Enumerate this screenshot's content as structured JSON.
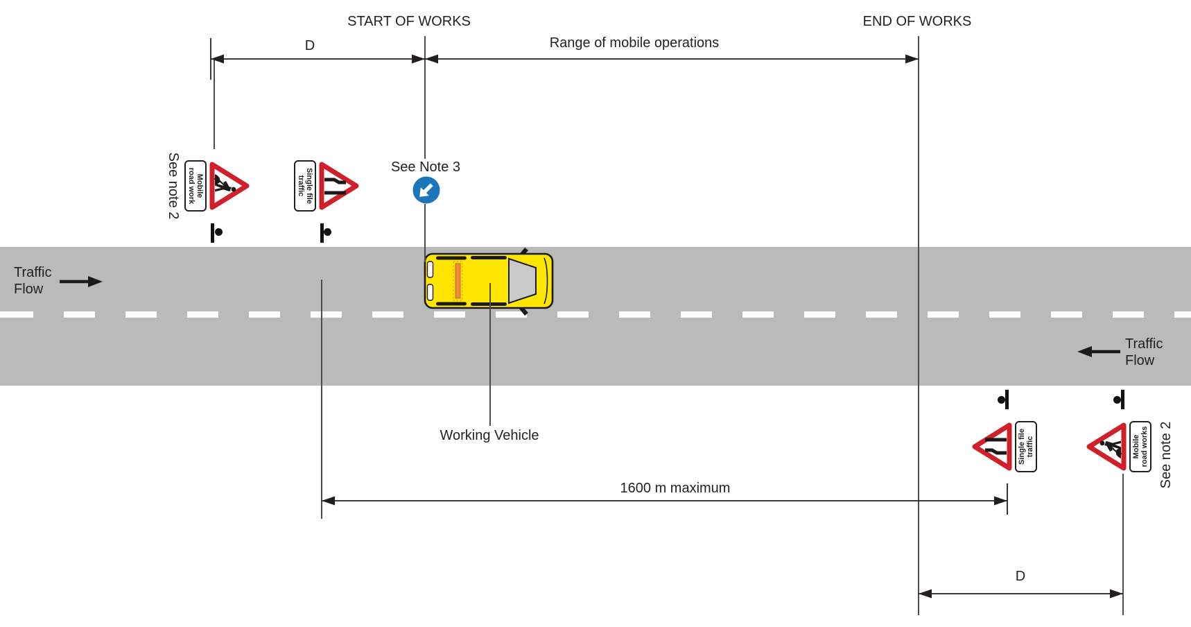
{
  "diagram_title_area": {
    "start_of_works": "START OF WORKS",
    "end_of_works": "END OF WORKS"
  },
  "dimensions": {
    "d_top": {
      "label": "D"
    },
    "range": {
      "label": "Range of mobile operations"
    },
    "max_length": {
      "label": "1600 m maximum"
    },
    "d_bottom": {
      "label": "D"
    }
  },
  "notes": {
    "note2_left": "See note 2",
    "note3": "See Note 3",
    "note2_right": "See note 2"
  },
  "traffic_flow_left": {
    "line1": "Traffic",
    "line2": "Flow",
    "direction": "right"
  },
  "traffic_flow_right": {
    "line1": "Traffic",
    "line2": "Flow",
    "direction": "left"
  },
  "vehicle": {
    "label": "Working Vehicle"
  },
  "signs": {
    "left_mobile_roadworks": {
      "icon": "roadworks-man",
      "plate": [
        "Mobile",
        "road work"
      ]
    },
    "left_single_file": {
      "icon": "road-narrows",
      "plate": [
        "Single file",
        "traffic"
      ]
    },
    "right_single_file": {
      "icon": "road-narrows",
      "plate": [
        "Single file",
        "traffic"
      ]
    },
    "right_mobile_roadworks": {
      "icon": "roadworks-man",
      "plate": [
        "Mobile",
        "road works"
      ]
    },
    "keep_left": {
      "icon": "keep-left-arrow"
    }
  },
  "colors": {
    "road": "#bababa",
    "lane_marking": "#ffffff",
    "warning_red": "#d0202a",
    "keep_left_blue": "#1b75bb",
    "vehicle_yellow": "#ffe600",
    "windshield_gray": "#c9c9c9",
    "beacon_orange": "#ef8b41",
    "line_dark": "#231f20",
    "structure_line_gray": "#4d4d4d"
  }
}
